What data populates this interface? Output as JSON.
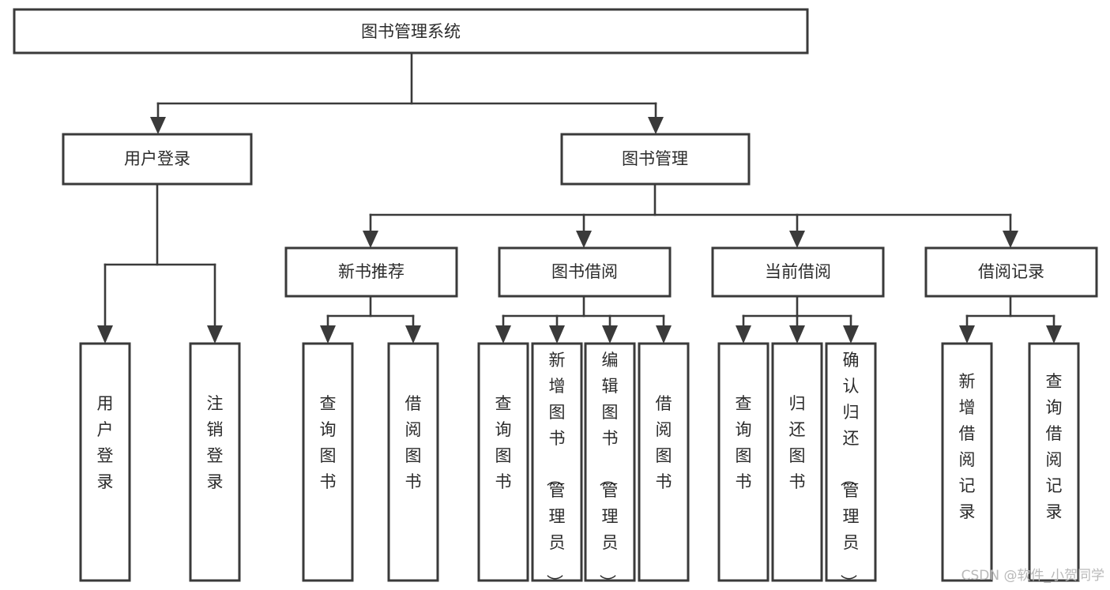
{
  "diagram": {
    "title": "图书管理系统",
    "type": "tree-hierarchy",
    "orientation": "top-down",
    "root": {
      "label": "图书管理系统",
      "id": "root-system"
    },
    "level2": [
      {
        "id": "user-login",
        "label": "用户登录"
      },
      {
        "id": "book-management",
        "label": "图书管理"
      }
    ],
    "level3": [
      {
        "id": "new-book-recommend",
        "label": "新书推荐",
        "parent": "book-management"
      },
      {
        "id": "book-borrow",
        "label": "图书借阅",
        "parent": "book-management"
      },
      {
        "id": "current-borrow",
        "label": "当前借阅",
        "parent": "book-management"
      },
      {
        "id": "borrow-record",
        "label": "借阅记录",
        "parent": "book-management"
      }
    ],
    "leaves": [
      {
        "id": "leaf-user-login",
        "label": "用户登录",
        "parent": "user-login"
      },
      {
        "id": "leaf-logout-login",
        "label": "注销登录",
        "parent": "user-login"
      },
      {
        "id": "leaf-query-book-1",
        "label": "查询图书",
        "parent": "new-book-recommend"
      },
      {
        "id": "leaf-borrow-book-1",
        "label": "借阅图书",
        "parent": "new-book-recommend"
      },
      {
        "id": "leaf-query-book-2",
        "label": "查询图书",
        "parent": "book-borrow"
      },
      {
        "id": "leaf-add-book",
        "label": "新增图书（管理员）",
        "parent": "book-borrow"
      },
      {
        "id": "leaf-edit-book",
        "label": "编辑图书（管理员）",
        "parent": "book-borrow"
      },
      {
        "id": "leaf-borrow-book-2",
        "label": "借阅图书",
        "parent": "book-borrow"
      },
      {
        "id": "leaf-query-book-3",
        "label": "查询图书",
        "parent": "current-borrow"
      },
      {
        "id": "leaf-return-book",
        "label": "归还图书",
        "parent": "current-borrow"
      },
      {
        "id": "leaf-confirm-return",
        "label": "确认归还（管理员）",
        "parent": "current-borrow"
      },
      {
        "id": "leaf-add-record",
        "label": "新增借阅记录",
        "parent": "borrow-record"
      },
      {
        "id": "leaf-query-record",
        "label": "查询借阅记录",
        "parent": "borrow-record"
      }
    ],
    "watermark": "CSDN @软件_小贺同学",
    "colors": {
      "box_stroke": "#3a3a3a",
      "box_fill": "#ffffff",
      "connector": "#3a3a3a",
      "text": "#2b2b2b",
      "watermark": "#b9b9b9",
      "background": "#ffffff"
    }
  }
}
